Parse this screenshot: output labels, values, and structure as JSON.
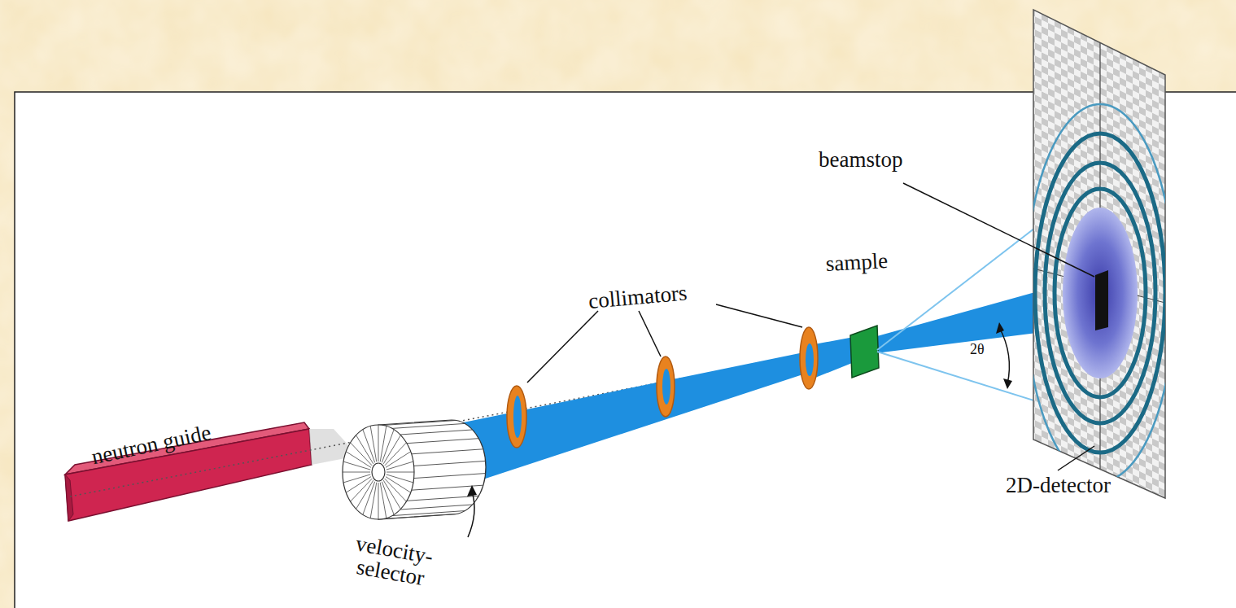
{
  "diagram": {
    "labels": [
      "beamstop",
      "collimators",
      "sample",
      "2θ",
      "neutron guide",
      "velocity- selector",
      "2D-detector"
    ]
  }
}
